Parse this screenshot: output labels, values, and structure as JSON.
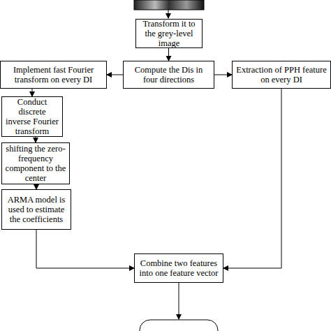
{
  "diagram": {
    "nodes": [
      {
        "text": [
          "Transform it to the grey-level image"
        ]
      },
      {
        "text": [
          "Implement fast Fourier transform on every DI"
        ]
      },
      {
        "text": [
          "Compute the Dis in four directions"
        ]
      },
      {
        "text": [
          "Extraction of PPH feature on every DI"
        ]
      },
      {
        "text": [
          "Conduct discrete inverse Fourier transform"
        ]
      },
      {
        "text": [
          "shifting the zero-frequency component to the center"
        ]
      },
      {
        "text": [
          "ARMA model is used to estimate the coefficients"
        ]
      },
      {
        "text": [
          "Combine two features into one feature vector"
        ]
      }
    ],
    "edges": [
      {
        "from": 0,
        "to": 2,
        "arrow": "to"
      },
      {
        "from": 2,
        "to": 1,
        "arrow": "to"
      },
      {
        "from": 2,
        "to": 3,
        "arrow": "to"
      },
      {
        "from": 1,
        "to": 4,
        "arrow": "to"
      },
      {
        "from": 4,
        "to": 5,
        "arrow": "to"
      },
      {
        "from": 5,
        "to": 6,
        "arrow": "to"
      },
      {
        "from": 6,
        "to": 7,
        "arrow": "to"
      },
      {
        "from": 3,
        "to": 7,
        "arrow": "to"
      }
    ]
  }
}
